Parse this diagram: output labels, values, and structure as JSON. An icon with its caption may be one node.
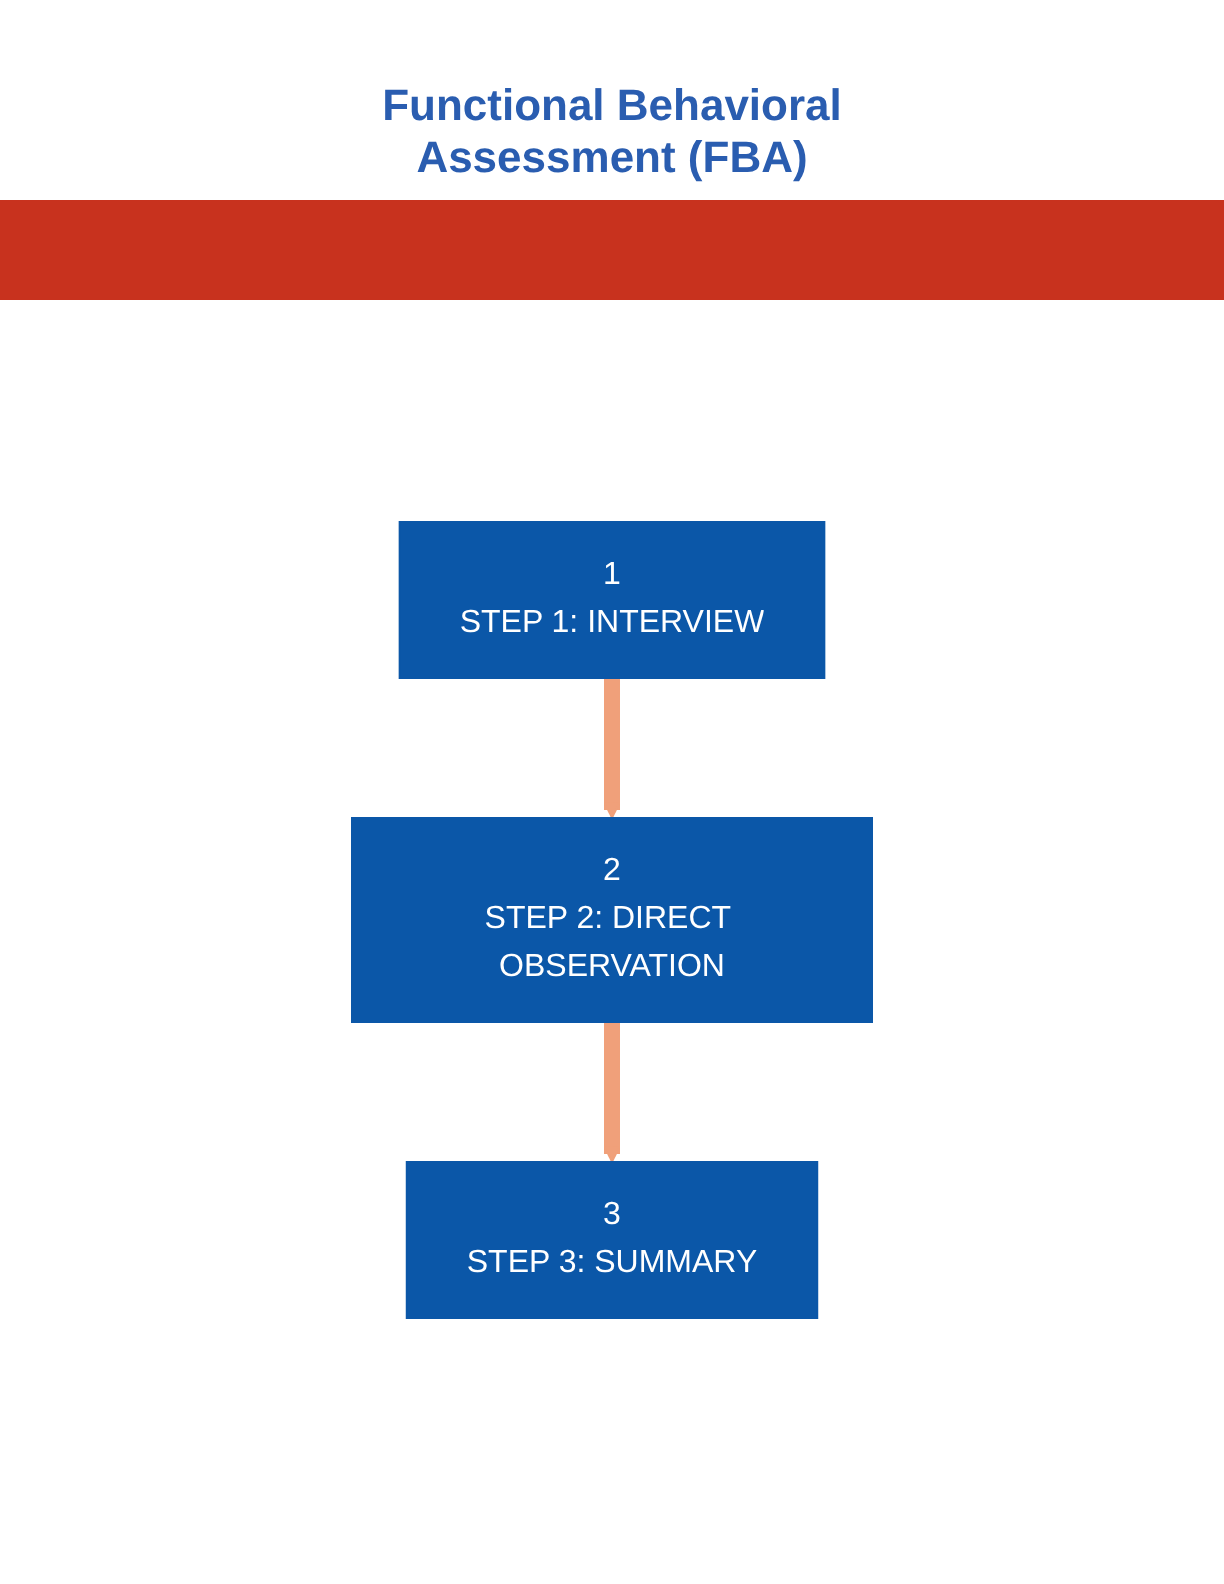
{
  "diagram": {
    "title": "Functional Behavioral Assessment (FBA)",
    "nodes": [
      {
        "text": [
          "1",
          "STEP 1: INTERVIEW"
        ]
      },
      {
        "text": [
          "2",
          "STEP 2: DIRECT OBSERVATION"
        ]
      },
      {
        "text": [
          "3",
          "STEP 3: SUMMARY"
        ]
      }
    ],
    "edges": [
      {
        "from": 0,
        "to": 1,
        "arrow": "to"
      },
      {
        "from": 1,
        "to": 2,
        "arrow": "to"
      }
    ]
  }
}
